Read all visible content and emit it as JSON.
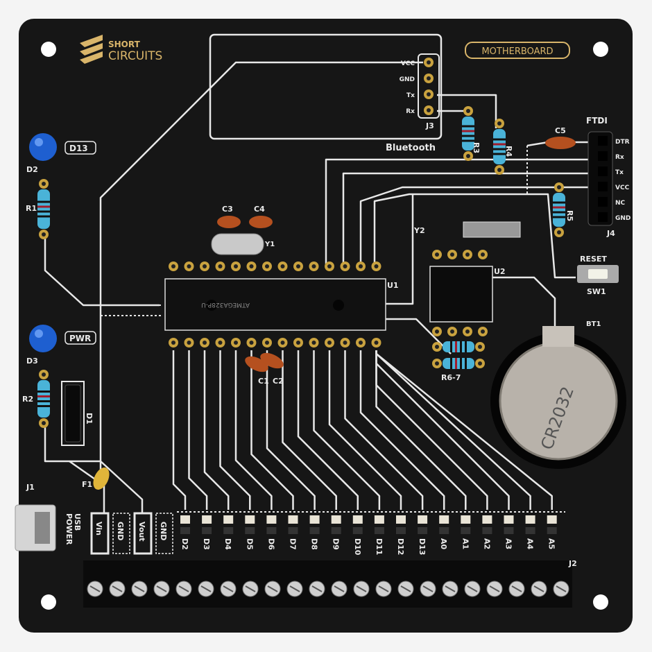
{
  "brand": {
    "line1": "SHORT",
    "line2": "CIRCUITS"
  },
  "board_title": "MOTHERBOARD",
  "bluetooth": {
    "pins": [
      "VCC",
      "GND",
      "Tx",
      "Rx"
    ],
    "ref": "J3",
    "label": "Bluetooth"
  },
  "ftdi": {
    "title": "FTDI",
    "pins": [
      "DTR",
      "Rx",
      "Tx",
      "VCC",
      "NC",
      "GND"
    ],
    "ref": "J4"
  },
  "components": {
    "r3": "R3",
    "r4": "R4",
    "r5": "R5",
    "c5": "C5",
    "y2": "Y2",
    "u2": "U2",
    "reset": "RESET",
    "sw1": "SW1",
    "bt1": "BT1",
    "battery": "CR2032",
    "u1": "U1",
    "chip_text": "ATMEGA328P-U",
    "c3": "C3",
    "c4": "C4",
    "y1": "Y1",
    "c1": "C1",
    "c2": "C2",
    "r67": "R6-7",
    "d13_tag": "D13",
    "d2": "D2",
    "r1": "R1",
    "pwr_tag": "PWR",
    "d3": "D3",
    "r2": "R2",
    "d1": "D1",
    "f1": "F1",
    "j1": "J1",
    "usb": "USB",
    "power": "POWER",
    "j2": "J2"
  },
  "power_pins": [
    "Vin",
    "GND",
    "Vout",
    "GND"
  ],
  "io_pins": [
    "D2",
    "D3",
    "D4",
    "D5",
    "D6",
    "D7",
    "D8",
    "D9",
    "D10",
    "D11",
    "D12",
    "D13",
    "A0",
    "A1",
    "A2",
    "A3",
    "A4",
    "A5"
  ],
  "colors": {
    "board": "#161616",
    "silk": "#eaeaea",
    "gold": "#d9b56a",
    "led": "#1e5fd0",
    "resistor": "#4ab3d8",
    "capacitor": "#b5501f"
  }
}
